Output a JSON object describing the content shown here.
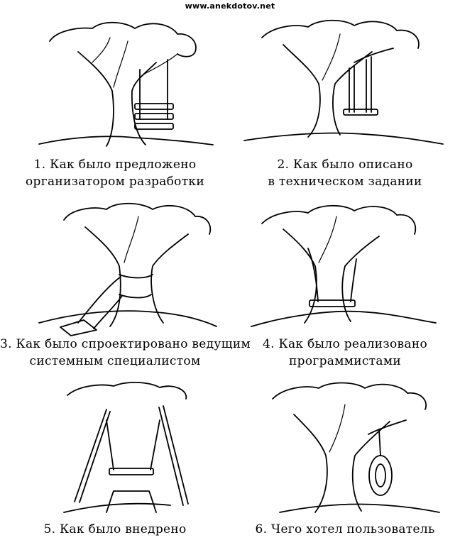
{
  "header": {
    "site_url": "www.anekdotov.net"
  },
  "panels": [
    {
      "id": 1,
      "caption_line1": "1. Как было предложено",
      "caption_line2": "организатором разработки",
      "drawing": "tree-with-three-board-swing"
    },
    {
      "id": 2,
      "caption_line1": "2. Как было описано",
      "caption_line2": "в техническом задании",
      "drawing": "tree-with-swing-through-branch"
    },
    {
      "id": 3,
      "caption_line1": "3. Как было спроектировано ведущим",
      "caption_line2": "системным специалистом",
      "drawing": "tree-with-swing-tied-to-trunk"
    },
    {
      "id": 4,
      "caption_line1": "4. Как было реализовано",
      "caption_line2": "программистами",
      "drawing": "tree-with-swing-on-cut-branch"
    },
    {
      "id": 5,
      "caption_line1": "5. Как было внедрено",
      "caption_line2": "",
      "drawing": "stump-with-propped-swing"
    },
    {
      "id": 6,
      "caption_line1": "6. Чего хотел пользователь",
      "caption_line2": "",
      "drawing": "tree-with-tire-swing"
    }
  ]
}
